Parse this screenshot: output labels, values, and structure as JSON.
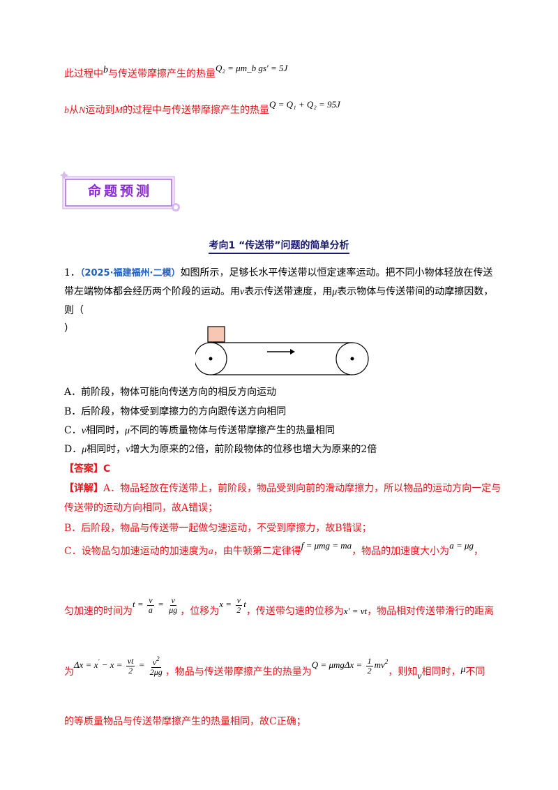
{
  "prev_solution": {
    "line1_text": "此过程中",
    "line1_var": "b",
    "line1_text2": "与传送带摩擦产生的热量",
    "line1_eq": "Q₂ = μm_b gs′ = 5J",
    "line2_var_b": "b",
    "line2_from": "从",
    "line2_var_n": "N",
    "line2_mid": "运动到",
    "line2_var_m": "M",
    "line2_text": "的过程中与传送带摩擦产生的热量",
    "line2_eq": "Q = Q₁ + Q₂ = 95J"
  },
  "banner": {
    "title": "命题预测"
  },
  "section": {
    "title": "考向1 “传送带”问题的简单分析"
  },
  "question": {
    "number": "1．",
    "source": "（2025·福建福州·二模）",
    "stem_part1": "如图所示，足够长水平传送带以恒定速率运动。把不同小物体轻放在传送带左端物体都会经历两个阶段的运动。用",
    "var_v": "v",
    "stem_part2": "表示传送带速度，用",
    "var_mu": "μ",
    "stem_part3": "表示物体与传送带间的动摩擦因数，则（",
    "stem_close": "）",
    "options": [
      {
        "letter": "A．",
        "text": "前阶段，物体可能向传送方向的相反方向运动"
      },
      {
        "letter": "B．",
        "text": "后阶段，物体受到摩擦力的方向跟传送方向相同"
      },
      {
        "letter": "C．",
        "pre_var": "v",
        "text": "相同时，",
        "var2": "μ",
        "text2": "不同的等质量物体与传送带摩擦产生的热量相同"
      },
      {
        "letter": "D．",
        "pre_var": "μ",
        "text": "相同时，",
        "var2": "v",
        "text2": "增大为原来的2倍，前阶段物体的位移也增大为原来的2倍"
      }
    ]
  },
  "answer": {
    "label": "【答案】",
    "value": "C"
  },
  "detail": {
    "label": "【详解】",
    "a_text": "A．物品轻放在传送带上，前阶段，物品受到向前的滑动摩擦力，所以物品的运动方向一定与传送带的运动方向相同，故A错误；",
    "a_line1": "A．物品轻放在传送带上，前阶段，物品受到向前的滑动摩擦力，所以物品的运动方向一定与",
    "a_line2": "传送带的运动方向相同，故A错误；",
    "b_text": "B．后阶段，物品与传送带一起做匀速运动，不受到摩擦力，故B错误；",
    "c_part1": "C．设物品匀加速运动的加速度为",
    "c_var_a": "a",
    "c_part2": "，由牛顿第二定律得",
    "c_eq1": "f = μmg = ma",
    "c_part3": "，物品的加速度大小为",
    "c_eq2": "a = μg",
    "c_part3b": "，",
    "c_part4": "匀加速的时间为",
    "c_part5": "，位移为",
    "c_part6": "，传送带匀速的位移为",
    "c_eq5": "x′ = vt",
    "c_part7": "，物品相对传送带滑行的距离",
    "c_part8": "为",
    "c_part9": "，物品与传送带摩擦产生的热量为",
    "c_part10": "，则知",
    "c_var_v": "v",
    "c_part11": "相同时，",
    "c_var_mu": "μ",
    "c_part12": "不同",
    "c_part13": "的等质量物品与传送带摩擦产生的热量相同，故C正确；"
  },
  "colors": {
    "solution_red": "#e8141c",
    "source_blue": "#1f5fbf",
    "banner_purple": "#8a2bd6",
    "box_fill": "#f6c7b3"
  },
  "icons": {
    "banner_decoration": "sparkle-icon",
    "conveyor": "conveyor-belt-diagram"
  }
}
